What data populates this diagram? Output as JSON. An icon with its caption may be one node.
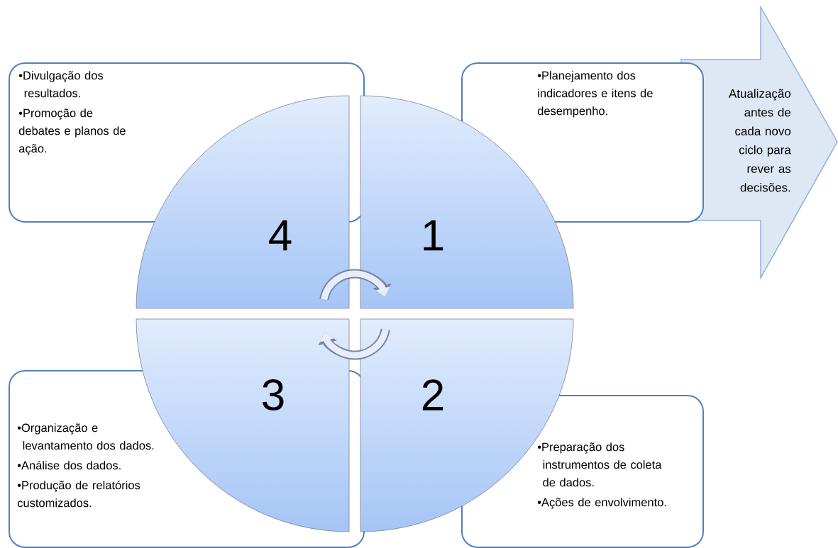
{
  "diagram": {
    "nodes": [
      {
        "text": [
          "•Divulgação dos resultados.",
          "•Promoção de debates e planos de ação."
        ]
      },
      {
        "text": [
          "4"
        ]
      },
      {
        "text": [
          "1"
        ]
      },
      {
        "text": [
          "•Planejamento dos indicadores e itens de desempenho."
        ]
      },
      {
        "text": [
          "Atualização antes de cada novo ciclo para rever as decisões."
        ]
      },
      {
        "text": [
          "3"
        ]
      },
      {
        "text": [
          "2"
        ]
      },
      {
        "text": [
          "•Organização e levantamento dos dados.",
          "•Análise dos dados.",
          "•Produção de relatórios customizados."
        ]
      },
      {
        "text": [
          "•Preparação dos instrumentos de coleta de dados.",
          "•Ações de envolvimento."
        ]
      }
    ],
    "edges": [
      {
        "from": 1,
        "to": 2,
        "arrow": "to"
      },
      {
        "from": 6,
        "to": 5,
        "arrow": "to"
      }
    ]
  }
}
